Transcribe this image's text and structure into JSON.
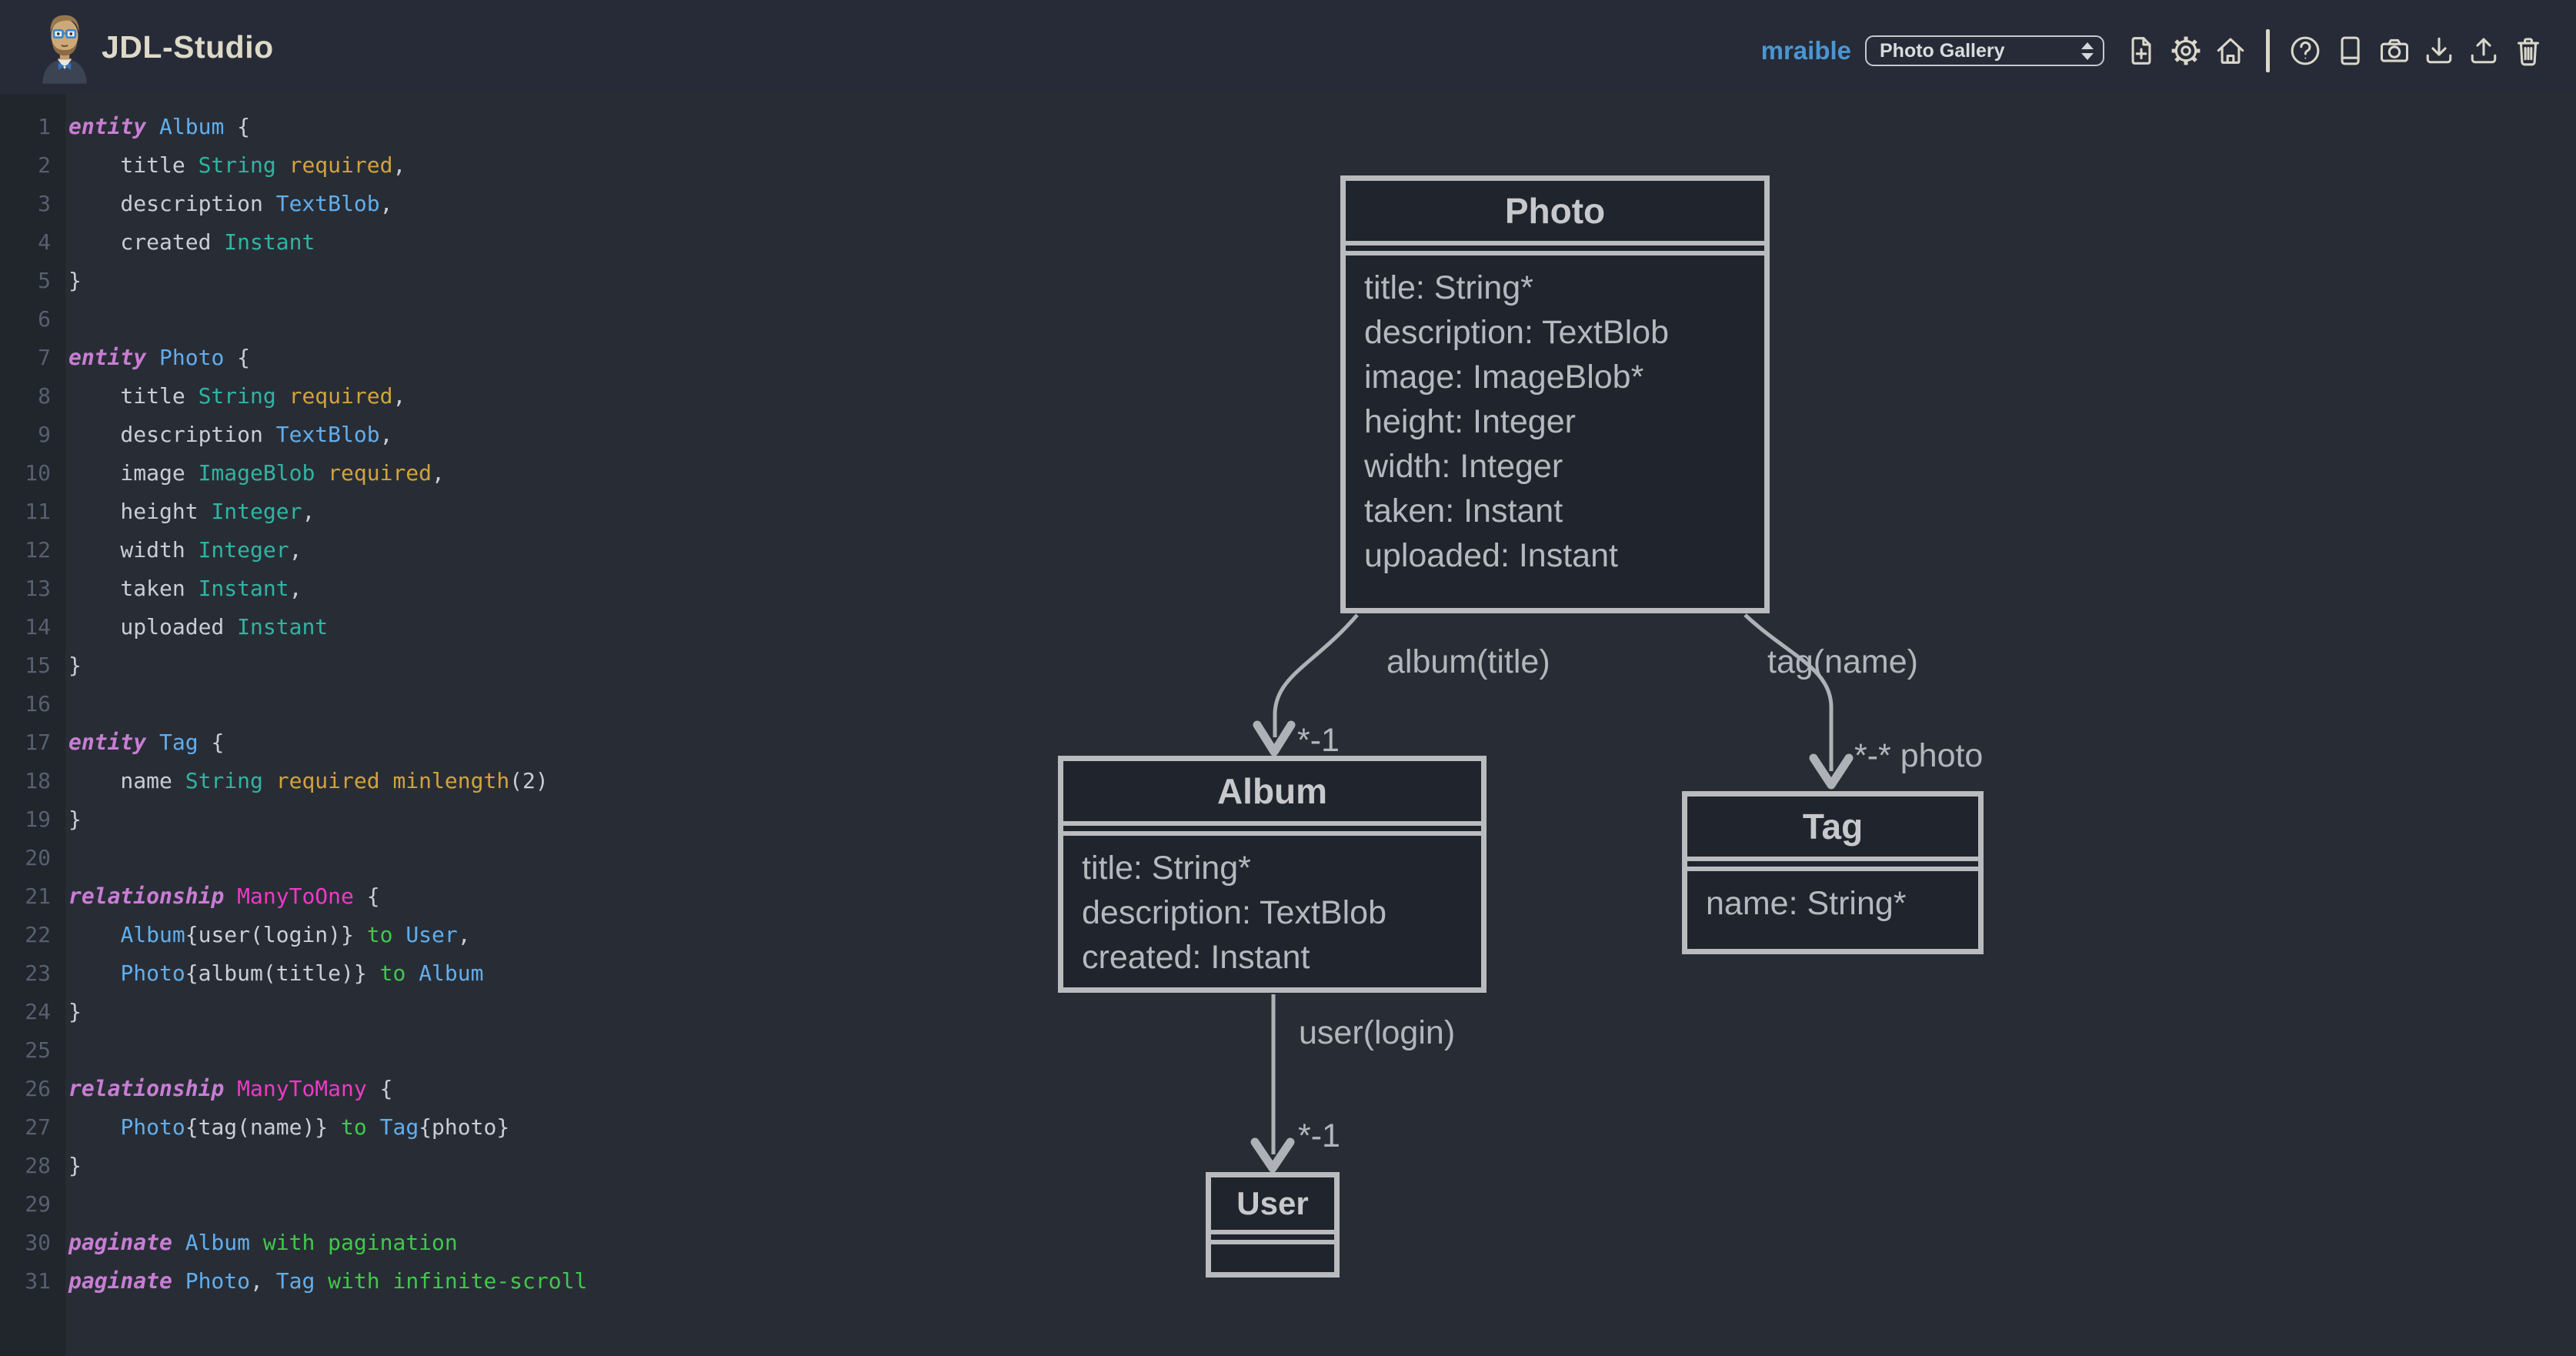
{
  "header": {
    "app_title": "JDL-Studio",
    "username": "mraible",
    "gallery_select": {
      "value": "Photo Gallery"
    },
    "icons": [
      "new-file",
      "settings-gear",
      "home",
      "divider",
      "help",
      "book",
      "camera",
      "download",
      "upload",
      "trash"
    ]
  },
  "editor": {
    "lines": [
      {
        "n": 1,
        "t": [
          [
            "kw",
            "entity"
          ],
          [
            "pl",
            " "
          ],
          [
            "ent",
            "Album"
          ],
          [
            "pl",
            " {"
          ]
        ]
      },
      {
        "n": 2,
        "t": [
          [
            "pl",
            "    title "
          ],
          [
            "type",
            "String"
          ],
          [
            "pl",
            " "
          ],
          [
            "mod",
            "required"
          ],
          [
            "pl",
            ","
          ]
        ]
      },
      {
        "n": 3,
        "t": [
          [
            "pl",
            "    description "
          ],
          [
            "ent",
            "TextBlob"
          ],
          [
            "pl",
            ","
          ]
        ]
      },
      {
        "n": 4,
        "t": [
          [
            "pl",
            "    created "
          ],
          [
            "type",
            "Instant"
          ]
        ]
      },
      {
        "n": 5,
        "t": [
          [
            "pl",
            "}"
          ]
        ]
      },
      {
        "n": 6,
        "t": []
      },
      {
        "n": 7,
        "t": [
          [
            "kw",
            "entity"
          ],
          [
            "pl",
            " "
          ],
          [
            "ent",
            "Photo"
          ],
          [
            "pl",
            " {"
          ]
        ]
      },
      {
        "n": 8,
        "t": [
          [
            "pl",
            "    title "
          ],
          [
            "type",
            "String"
          ],
          [
            "pl",
            " "
          ],
          [
            "mod",
            "required"
          ],
          [
            "pl",
            ","
          ]
        ]
      },
      {
        "n": 9,
        "t": [
          [
            "pl",
            "    description "
          ],
          [
            "ent",
            "TextBlob"
          ],
          [
            "pl",
            ","
          ]
        ]
      },
      {
        "n": 10,
        "t": [
          [
            "pl",
            "    image "
          ],
          [
            "type",
            "ImageBlob"
          ],
          [
            "pl",
            " "
          ],
          [
            "mod",
            "required"
          ],
          [
            "pl",
            ","
          ]
        ]
      },
      {
        "n": 11,
        "t": [
          [
            "pl",
            "    height "
          ],
          [
            "type",
            "Integer"
          ],
          [
            "pl",
            ","
          ]
        ]
      },
      {
        "n": 12,
        "t": [
          [
            "pl",
            "    width "
          ],
          [
            "type",
            "Integer"
          ],
          [
            "pl",
            ","
          ]
        ]
      },
      {
        "n": 13,
        "t": [
          [
            "pl",
            "    taken "
          ],
          [
            "type",
            "Instant"
          ],
          [
            "pl",
            ","
          ]
        ]
      },
      {
        "n": 14,
        "t": [
          [
            "pl",
            "    uploaded "
          ],
          [
            "type",
            "Instant"
          ]
        ]
      },
      {
        "n": 15,
        "t": [
          [
            "pl",
            "}"
          ]
        ]
      },
      {
        "n": 16,
        "t": []
      },
      {
        "n": 17,
        "t": [
          [
            "kw",
            "entity"
          ],
          [
            "pl",
            " "
          ],
          [
            "ent",
            "Tag"
          ],
          [
            "pl",
            " {"
          ]
        ]
      },
      {
        "n": 18,
        "t": [
          [
            "pl",
            "    name "
          ],
          [
            "type",
            "String"
          ],
          [
            "pl",
            " "
          ],
          [
            "mod",
            "required"
          ],
          [
            "pl",
            " "
          ],
          [
            "mod",
            "minlength"
          ],
          [
            "pl",
            "(2)"
          ]
        ]
      },
      {
        "n": 19,
        "t": [
          [
            "pl",
            "}"
          ]
        ]
      },
      {
        "n": 20,
        "t": []
      },
      {
        "n": 21,
        "t": [
          [
            "kw",
            "relationship"
          ],
          [
            "pl",
            " "
          ],
          [
            "rel",
            "ManyToOne"
          ],
          [
            "pl",
            " {"
          ]
        ]
      },
      {
        "n": 22,
        "t": [
          [
            "pl",
            "    "
          ],
          [
            "ent",
            "Album"
          ],
          [
            "pl",
            "{user(login)} "
          ],
          [
            "flow",
            "to"
          ],
          [
            "pl",
            " "
          ],
          [
            "ent",
            "User"
          ],
          [
            "pl",
            ","
          ]
        ]
      },
      {
        "n": 23,
        "t": [
          [
            "pl",
            "    "
          ],
          [
            "ent",
            "Photo"
          ],
          [
            "pl",
            "{album(title)} "
          ],
          [
            "flow",
            "to"
          ],
          [
            "pl",
            " "
          ],
          [
            "ent",
            "Album"
          ]
        ]
      },
      {
        "n": 24,
        "t": [
          [
            "pl",
            "}"
          ]
        ]
      },
      {
        "n": 25,
        "t": []
      },
      {
        "n": 26,
        "t": [
          [
            "kw",
            "relationship"
          ],
          [
            "pl",
            " "
          ],
          [
            "rel",
            "ManyToMany"
          ],
          [
            "pl",
            " {"
          ]
        ]
      },
      {
        "n": 27,
        "t": [
          [
            "pl",
            "    "
          ],
          [
            "ent",
            "Photo"
          ],
          [
            "pl",
            "{tag(name)} "
          ],
          [
            "flow",
            "to"
          ],
          [
            "pl",
            " "
          ],
          [
            "ent",
            "Tag"
          ],
          [
            "pl",
            "{photo}"
          ]
        ]
      },
      {
        "n": 28,
        "t": [
          [
            "pl",
            "}"
          ]
        ]
      },
      {
        "n": 29,
        "t": []
      },
      {
        "n": 30,
        "t": [
          [
            "kw",
            "paginate"
          ],
          [
            "pl",
            " "
          ],
          [
            "ent",
            "Album"
          ],
          [
            "pl",
            " "
          ],
          [
            "flow",
            "with"
          ],
          [
            "pl",
            " "
          ],
          [
            "flow",
            "pagination"
          ]
        ]
      },
      {
        "n": 31,
        "t": [
          [
            "kw",
            "paginate"
          ],
          [
            "pl",
            " "
          ],
          [
            "ent",
            "Photo"
          ],
          [
            "pl",
            ", "
          ],
          [
            "ent",
            "Tag"
          ],
          [
            "pl",
            " "
          ],
          [
            "flow",
            "with"
          ],
          [
            "pl",
            " "
          ],
          [
            "flow",
            "infinite-scroll"
          ]
        ]
      }
    ]
  },
  "diagram": {
    "entities": [
      {
        "name": "Photo",
        "attributes": [
          "title: String*",
          "description: TextBlob",
          "image: ImageBlob*",
          "height: Integer",
          "width: Integer",
          "taken: Instant",
          "uploaded: Instant"
        ]
      },
      {
        "name": "Album",
        "attributes": [
          "title: String*",
          "description: TextBlob",
          "created: Instant"
        ]
      },
      {
        "name": "Tag",
        "attributes": [
          "name: String*"
        ]
      },
      {
        "name": "User",
        "attributes": []
      }
    ],
    "edges": [
      {
        "label": "album(title)",
        "cardinality": "*-1"
      },
      {
        "label": "tag(name)",
        "cardinality": "*-* photo"
      },
      {
        "label": "user(login)",
        "cardinality": "*-1"
      }
    ]
  }
}
